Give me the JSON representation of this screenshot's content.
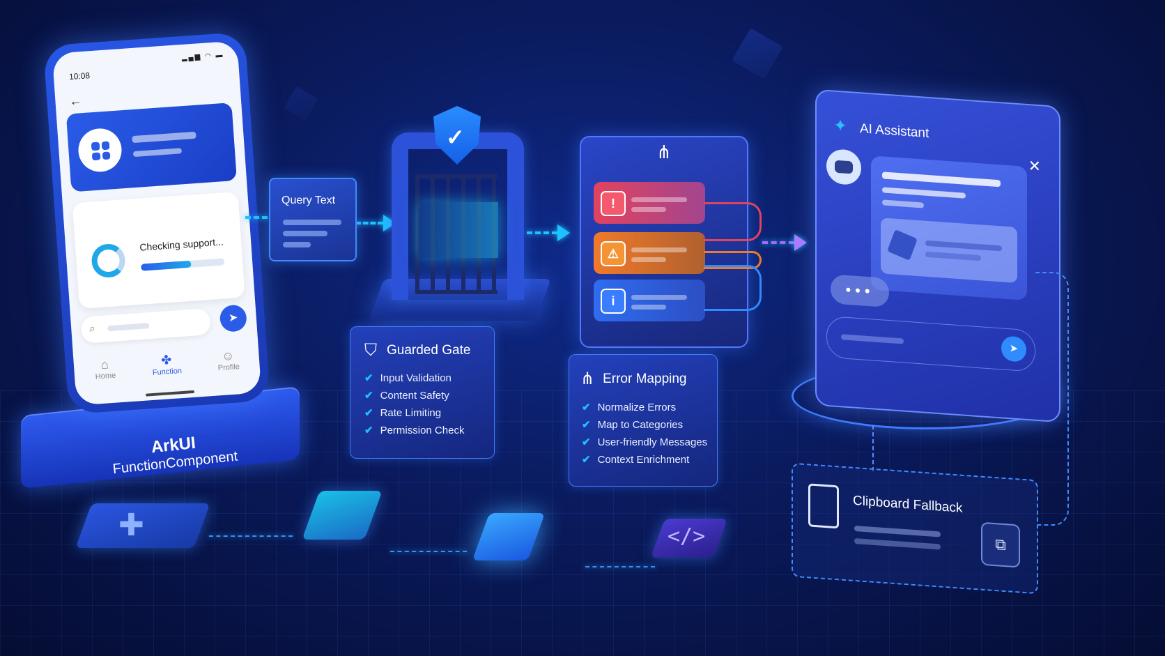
{
  "phone": {
    "status_time": "10:08",
    "checking_text": "Checking support...",
    "progress": 0.6,
    "tabs": [
      {
        "label": "Home",
        "icon": "home-icon",
        "active": false
      },
      {
        "label": "Function",
        "icon": "function-icon",
        "active": true
      },
      {
        "label": "Profile",
        "icon": "profile-icon",
        "active": false
      }
    ],
    "base_label_line1": "ArkUI",
    "base_label_line2": "FunctionComponent"
  },
  "query": {
    "title": "Query Text"
  },
  "guarded_gate": {
    "title": "Guarded Gate",
    "items": [
      "Input Validation",
      "Content Safety",
      "Rate Limiting",
      "Permission Check"
    ]
  },
  "error_mapping": {
    "title": "Error Mapping",
    "items": [
      "Normalize Errors",
      "Map to Categories",
      "User-friendly Messages",
      "Context Enrichment"
    ],
    "rows": [
      {
        "icon": "error-icon",
        "color": "#e2435e"
      },
      {
        "icon": "warning-icon",
        "color": "#f07a2a"
      },
      {
        "icon": "info-icon",
        "color": "#2f6cf0"
      }
    ]
  },
  "ai_assistant": {
    "title": "AI Assistant"
  },
  "clipboard": {
    "title": "Clipboard Fallback"
  },
  "colors": {
    "accent": "#1ec3ff",
    "brand": "#2a5ce8",
    "background": "#0a1a5c"
  }
}
